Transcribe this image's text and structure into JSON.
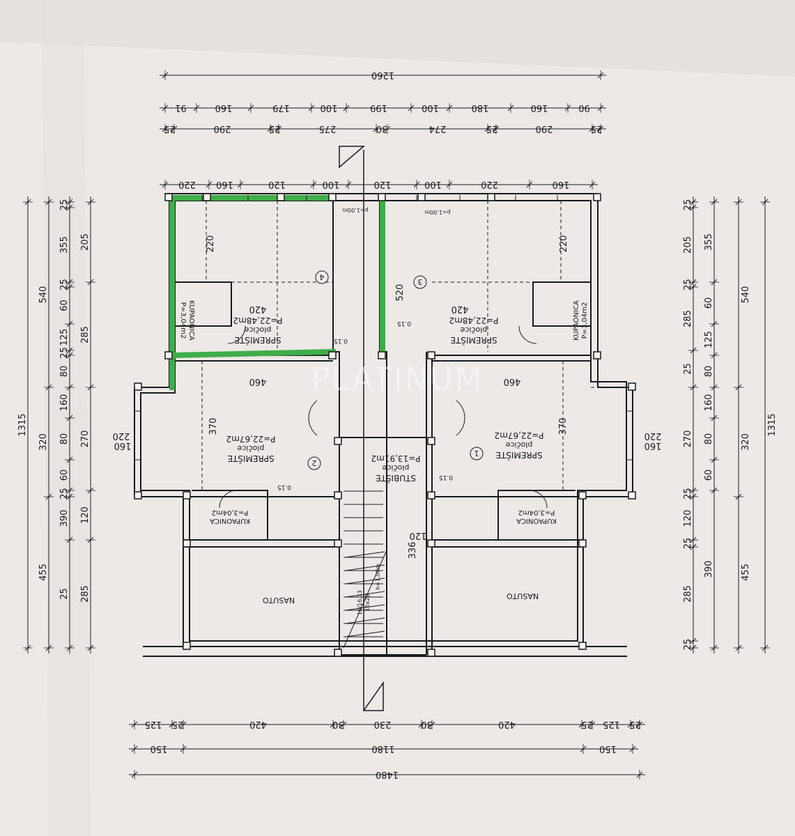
{
  "dims": {
    "top_total": "1260",
    "top_row2": [
      "91",
      "160",
      "179",
      "100",
      "199",
      "100",
      "180",
      "160",
      "90"
    ],
    "top_row3": [
      "25",
      "290",
      "25",
      "275",
      "30",
      "274",
      "25",
      "290",
      "25"
    ],
    "top_inner": [
      "220",
      "160",
      "120",
      "100",
      "120",
      "100",
      "220",
      "160"
    ],
    "left_total": "1315",
    "left_a": [
      "540",
      "320",
      "455"
    ],
    "left_b": [
      "25",
      "355",
      "25",
      "60",
      "125",
      "25",
      "80",
      "160",
      "80",
      "60",
      "25",
      "390",
      "25"
    ],
    "left_c": [
      "205",
      "285",
      "270",
      "120",
      "285"
    ],
    "right_total": "1315",
    "right_a": [
      "540",
      "320",
      "455"
    ],
    "right_b": [
      "25",
      "205",
      "25",
      "285",
      "25",
      "270",
      "25",
      "120",
      "25",
      "285",
      "25"
    ],
    "right_c": [
      "355",
      "60",
      "125",
      "80",
      "160",
      "80",
      "60",
      "390"
    ],
    "bottom_row1": [
      "125",
      "25",
      "420",
      "30",
      "230",
      "30",
      "420",
      "25",
      "125",
      "25"
    ],
    "bottom_row2": [
      "150",
      "1180",
      "150"
    ],
    "bottom_total": "1480"
  },
  "rooms": [
    {
      "num": "4",
      "name": "SPREMIŠTE",
      "finish": "pločice",
      "area": "P=22,48m2"
    },
    {
      "num": "3",
      "name": "SPREMIŠTE",
      "finish": "pločice",
      "area": "P=22,48m2"
    },
    {
      "num": "2",
      "name": "SPREMIŠTE",
      "finish": "pločice",
      "area": "P=22,67m2"
    },
    {
      "num": "1",
      "name": "SPREMIŠTE",
      "finish": "pločice",
      "area": "P=22,67m2"
    },
    {
      "name": "STUBIŠTE",
      "finish": "pločice",
      "area": "P=13,91m2"
    },
    {
      "name": "KUPAONICA",
      "area": "P=3,04m2"
    },
    {
      "name": "KUPAONICA",
      "area": "P=3,04m2"
    },
    {
      "name": "KUPAONICA",
      "area": "P=3,04m2"
    },
    {
      "name": "KUPAONICA",
      "area": "P=3,04m2"
    }
  ],
  "fill_label": "NASUTO",
  "inner": {
    "room_width": "420",
    "room_width_b": "460",
    "room_depth_a": "220",
    "room_depth_b": "370",
    "corridor_depth": "520",
    "stair_depth": "336",
    "stair_w": "120",
    "bay_a": "220",
    "bay_b": "160",
    "sill": "0.15",
    "window_mark": "p=1.00m",
    "stair_note": "h=1,00m",
    "stair_note2": "15x28",
    "stair_note3": "16/16,13"
  },
  "watermark": "PLATINUM",
  "colors": {
    "paper": "#ece9e6",
    "ink": "#1a1a1a",
    "highlight": "#3fae49"
  }
}
